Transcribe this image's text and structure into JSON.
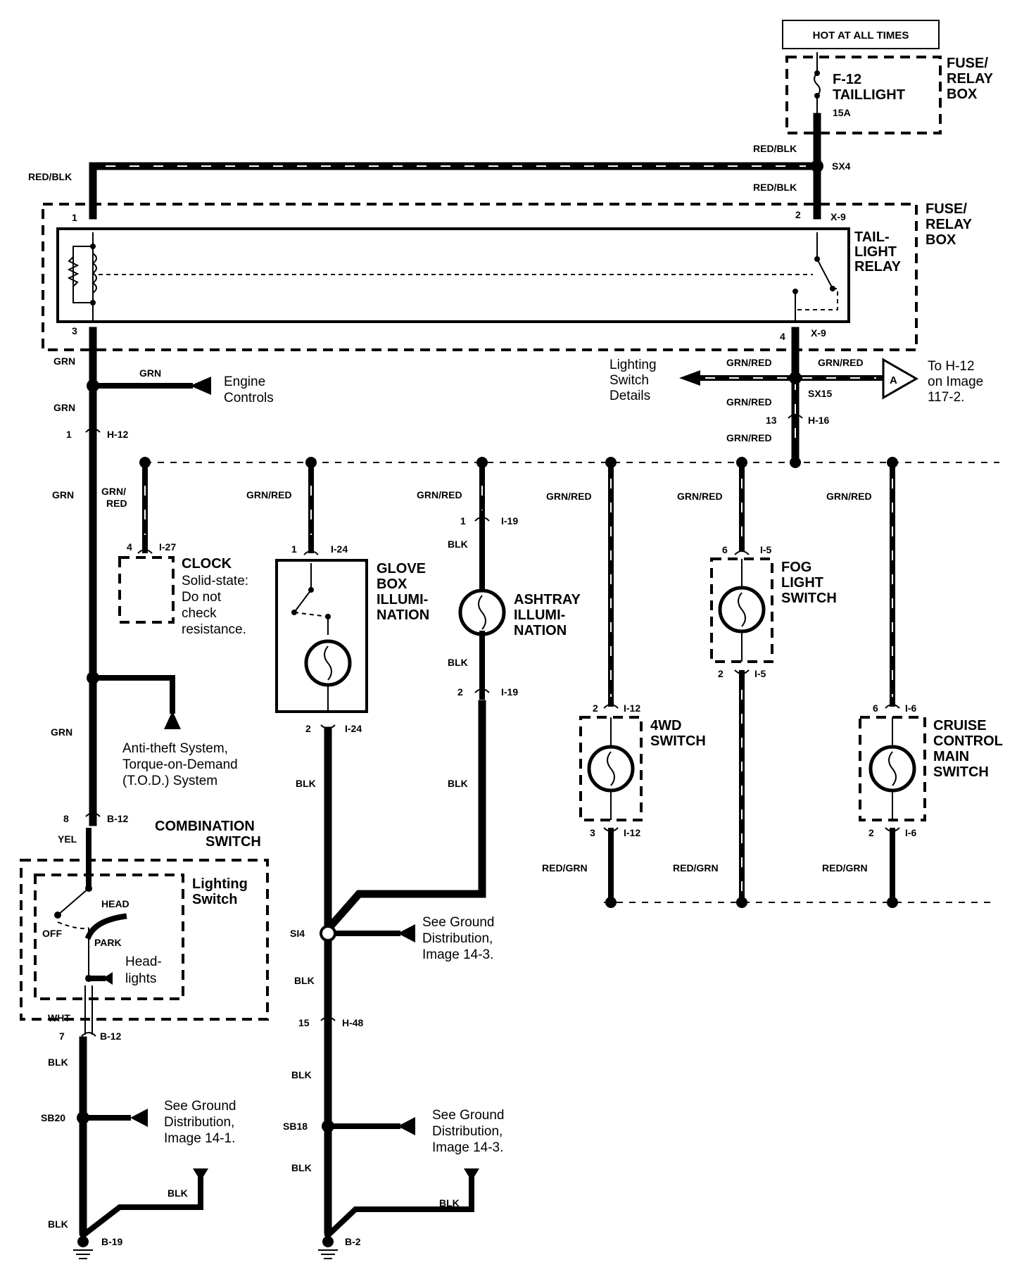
{
  "header": {
    "hot_at_all_times": "HOT AT ALL TIMES"
  },
  "fuse_box_top": {
    "title_1": "FUSE/",
    "title_2": "RELAY",
    "title_3": "BOX",
    "fuse_id": "F-12",
    "fuse_name": "TAILLIGHT",
    "fuse_rating": "15A"
  },
  "relay_box": {
    "title_1": "FUSE/",
    "title_2": "RELAY",
    "title_3": "BOX",
    "relay_1": "TAIL-",
    "relay_2": "LIGHT",
    "relay_3": "RELAY",
    "pin_1": "1",
    "pin_2": "2",
    "pin_3": "3",
    "pin_4": "4",
    "conn_x9_a": "X-9",
    "conn_x9_b": "X-9"
  },
  "splices": {
    "sx4": "SX4",
    "sx15": "SX15",
    "si4": "SI4",
    "sb20": "SB20",
    "sb18": "SB18"
  },
  "wires": {
    "red_blk": "RED/BLK",
    "grn": "GRN",
    "grn_red": "GRN/RED",
    "grn_slash": "GRN/",
    "red": "RED",
    "blk": "BLK",
    "yel": "YEL",
    "wht": "WHT",
    "red_grn": "RED/GRN"
  },
  "connectors": {
    "h12": "H-12",
    "h16": "H-16",
    "i27": "I-27",
    "i24": "I-24",
    "i19": "I-19",
    "i12": "I-12",
    "i5": "I-5",
    "i6": "I-6",
    "b12": "B-12",
    "h48": "H-48",
    "b19": "B-19",
    "b2": "B-2",
    "p1": "1",
    "p2": "2",
    "p3": "3",
    "p4": "4",
    "p6": "6",
    "p7": "7",
    "p8": "8",
    "p13": "13",
    "p15": "15"
  },
  "engine_controls": {
    "line_1": "Engine",
    "line_2": "Controls"
  },
  "lighting_details": {
    "line_1": "Lighting",
    "line_2": "Switch",
    "line_3": "Details"
  },
  "to_h12": {
    "line_1": "To H-12",
    "line_2": "on Image",
    "line_3": "117-2.",
    "marker": "A"
  },
  "clock": {
    "title": "CLOCK",
    "line_1": "Solid-state:",
    "line_2": "Do not",
    "line_3": "check",
    "line_4": "resistance."
  },
  "glove_box": {
    "line_1": "GLOVE",
    "line_2": "BOX",
    "line_3": "ILLUMI-",
    "line_4": "NATION"
  },
  "ashtray": {
    "line_1": "ASHTRAY",
    "line_2": "ILLUMI-",
    "line_3": "NATION"
  },
  "fog_light": {
    "line_1": "FOG",
    "line_2": "LIGHT",
    "line_3": "SWITCH"
  },
  "four_wd": {
    "line_1": "4WD",
    "line_2": "SWITCH"
  },
  "cruise": {
    "line_1": "CRUISE",
    "line_2": "CONTROL",
    "line_3": "MAIN",
    "line_4": "SWITCH"
  },
  "anti_theft": {
    "line_1": "Anti-theft System,",
    "line_2": "Torque-on-Demand",
    "line_3": "(T.O.D.) System"
  },
  "combination": {
    "title_1": "COMBINATION",
    "title_2": "SWITCH",
    "lighting_1": "Lighting",
    "lighting_2": "Switch",
    "head": "HEAD",
    "off": "OFF",
    "park": "PARK",
    "headlights_1": "Head-",
    "headlights_2": "lights"
  },
  "ground_si4": {
    "line_1": "See Ground",
    "line_2": "Distribution,",
    "line_3": "Image 14-3."
  },
  "ground_sb20": {
    "line_1": "See Ground",
    "line_2": "Distribution,",
    "line_3": "Image 14-1."
  },
  "ground_sb18": {
    "line_1": "See Ground",
    "line_2": "Distribution,",
    "line_3": "Image 14-3."
  }
}
